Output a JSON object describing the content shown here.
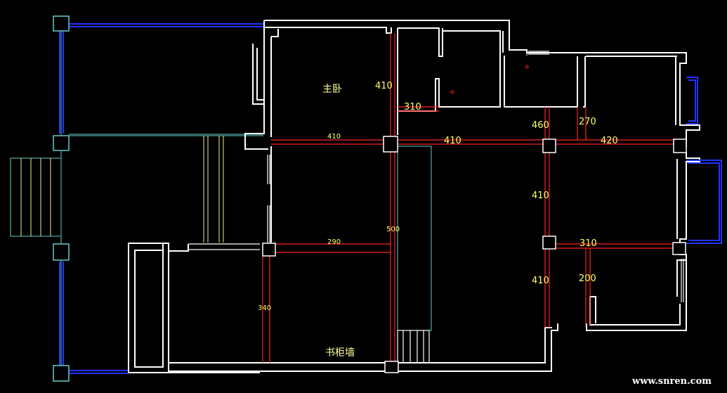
{
  "rooms": {
    "master_bedroom": "主卧",
    "bookcase_wall": "书柜墙"
  },
  "dimensions": {
    "d410_top_master": "410",
    "d310_top": "310",
    "d410_mid_left": "410",
    "d410_mid_center": "410",
    "d460": "460",
    "d270": "270",
    "d420": "420",
    "d500": "500",
    "d290": "290",
    "d410_right_upper": "410",
    "d310_right": "310",
    "d340": "340",
    "d410_right_lower": "410",
    "d200": "200"
  },
  "watermark": "www.snren.com",
  "colors": {
    "background": "#000000",
    "walls": "#ffffff",
    "dimension_lines": "#ff2020",
    "dimension_text": "#ffff66",
    "windows": "#2233ff",
    "balcony": "#66cccc"
  }
}
